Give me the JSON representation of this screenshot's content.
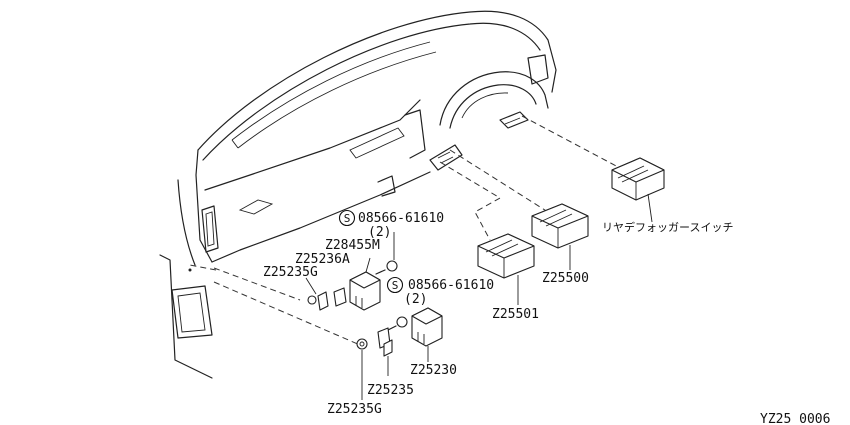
{
  "diagram": {
    "labels": {
      "bolt_a_part": "08566-61610",
      "bolt_a_qty": "(2)",
      "bolt_b_part": "08566-61610",
      "bolt_b_qty": "(2)",
      "bracket_upper": "Z28455M",
      "bracket_a": "Z25236A",
      "clip_upper": "Z25235G",
      "switch_center": "Z25500",
      "switch_lower": "Z25501",
      "rear_defogger": "リヤデフォッガースイッチ",
      "relay": "Z25230",
      "clip_mid": "Z25235",
      "clip_lower": "Z25235G",
      "footer_code": "YZ25 0006"
    },
    "symbols": {
      "standard_part_mark": "S"
    }
  }
}
